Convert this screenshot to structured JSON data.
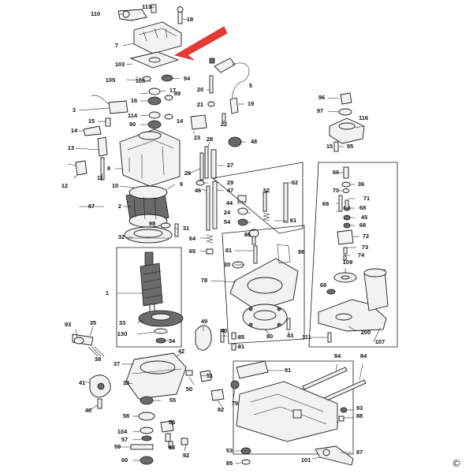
{
  "diagram": {
    "labels": [
      "113",
      "110",
      "18",
      "7",
      "103",
      "94",
      "105",
      "106",
      "17",
      "20",
      "5",
      "89",
      "16",
      "21",
      "19",
      "3",
      "15",
      "114",
      "90",
      "14",
      "22",
      "116",
      "96",
      "97",
      "15",
      "23",
      "48",
      "95",
      "14",
      "28",
      "13",
      "8",
      "26",
      "27",
      "66",
      "12",
      "11",
      "10",
      "29",
      "36",
      "9",
      "46",
      "47",
      "62",
      "70",
      "71",
      "52",
      "2",
      "44",
      "69",
      "68",
      "67",
      "24",
      "45",
      "54",
      "61",
      "68",
      "72",
      "31",
      "98",
      "32",
      "85",
      "64",
      "73",
      "74",
      "65",
      "81",
      "30",
      "109",
      "68",
      "1",
      "78",
      "86",
      "33",
      "130",
      "34",
      "80",
      "43",
      "111",
      "200",
      "107",
      "93",
      "35",
      "49",
      "40",
      "85",
      "81",
      "42",
      "38",
      "37",
      "91",
      "84",
      "84",
      "41",
      "39",
      "50",
      "51",
      "79",
      "82",
      "40",
      "55",
      "58",
      "56",
      "93",
      "88",
      "104",
      "57",
      "83",
      "59",
      "92",
      "60",
      "53",
      "85",
      "101",
      "87"
    ],
    "copyright": "©"
  }
}
